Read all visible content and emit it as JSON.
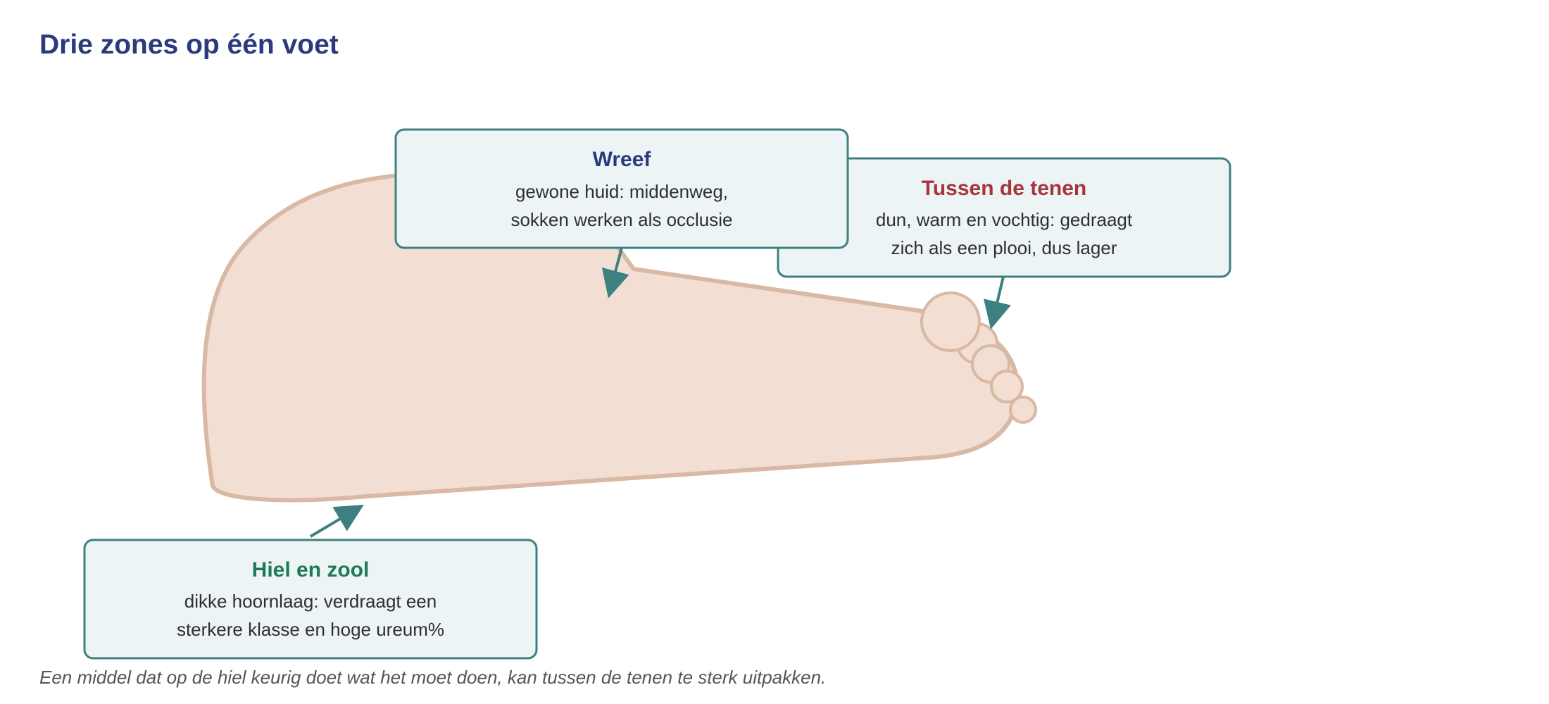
{
  "title": "Drie zones op één voet",
  "caption": "Een middel dat op de hiel keurig doet wat het moet doen, kan tussen de tenen te sterk uitpakken.",
  "colors": {
    "title": "#2a3a7c",
    "skin_fill": "#f2ded2",
    "skin_stroke": "#d9b8a4",
    "box_fill": "#edf4f5",
    "box_stroke": "#3e7f80",
    "arrow": "#3e7f80",
    "wreef_title": "#2a3a7c",
    "tenen_title": "#a8343f",
    "hiel_title": "#1e7a55",
    "body_text": "#2f2f2f",
    "caption_text": "#555555"
  },
  "zones": {
    "wreef": {
      "title": "Wreef",
      "line1": "gewone huid: middenweg,",
      "line2": "sokken werken als occlusie"
    },
    "tenen": {
      "title": "Tussen de tenen",
      "line1": "dun, warm en vochtig: gedraagt",
      "line2": "zich als een plooi, dus lager"
    },
    "hiel": {
      "title": "Hiel en zool",
      "line1": "dikke hoornlaag: verdraagt een",
      "line2": "sterkere klasse en hoge ureum%"
    }
  }
}
